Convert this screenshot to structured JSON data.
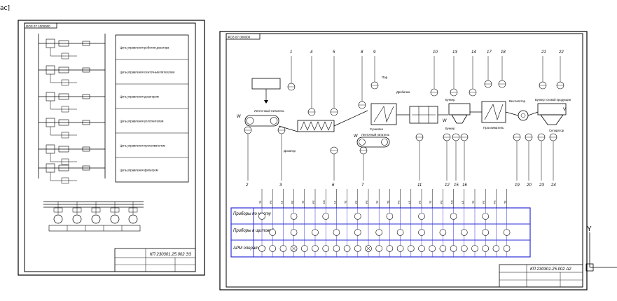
{
  "corner_label": "ac]",
  "sheet1": {
    "stamp": "ФОЗ 07 1000000",
    "code": "КП 230301.25.002 Э3",
    "legend_rows": [
      "Цепь управления роботом дозатора",
      "Цепь управления ленточным питателем",
      "Цепь управления дозатором",
      "Цепь управления уплотнителем",
      "Цепь управления просеивателем",
      "Цепь управления фильтром"
    ]
  },
  "sheet2": {
    "stamp": "ФОЗ 07 000000",
    "code": "КП 230301.25.002 А2",
    "top_numbers": [
      "1",
      "4",
      "5",
      "8",
      "9",
      "10",
      "13",
      "14",
      "17",
      "18",
      "21",
      "22"
    ],
    "bottom_numbers": [
      "2",
      "3",
      "6",
      "7",
      "11",
      "12",
      "15",
      "16",
      "19",
      "20",
      "23",
      "24"
    ],
    "labels": {
      "steam": "Пар",
      "belt_feeder": "Ленточный питатель",
      "doser": "Дозатор",
      "feeder2": "Ленточный питатель",
      "dryer": "Сушилка",
      "crusher": "Дробилка",
      "weigher": "Бункер",
      "screen": "Просеиватель",
      "blower": "Вентилятор",
      "separator": "Сепаратор",
      "hopper": "Бункер",
      "storage": "Бункер готовой продукции",
      "w_left": "W",
      "w_mid": "W",
      "w_right": "W",
      "v_right": "V"
    },
    "rows": {
      "field": "Приборы по месту",
      "panel": "Приборы в щитовой",
      "operator": "АРМ оператора"
    },
    "instrument_codes": [
      "TE",
      "PE",
      "LE",
      "FE",
      "TE",
      "PE",
      "NS",
      "LE",
      "TE",
      "FE",
      "PE",
      "TE"
    ]
  },
  "axis": {
    "y_label": "Y"
  }
}
